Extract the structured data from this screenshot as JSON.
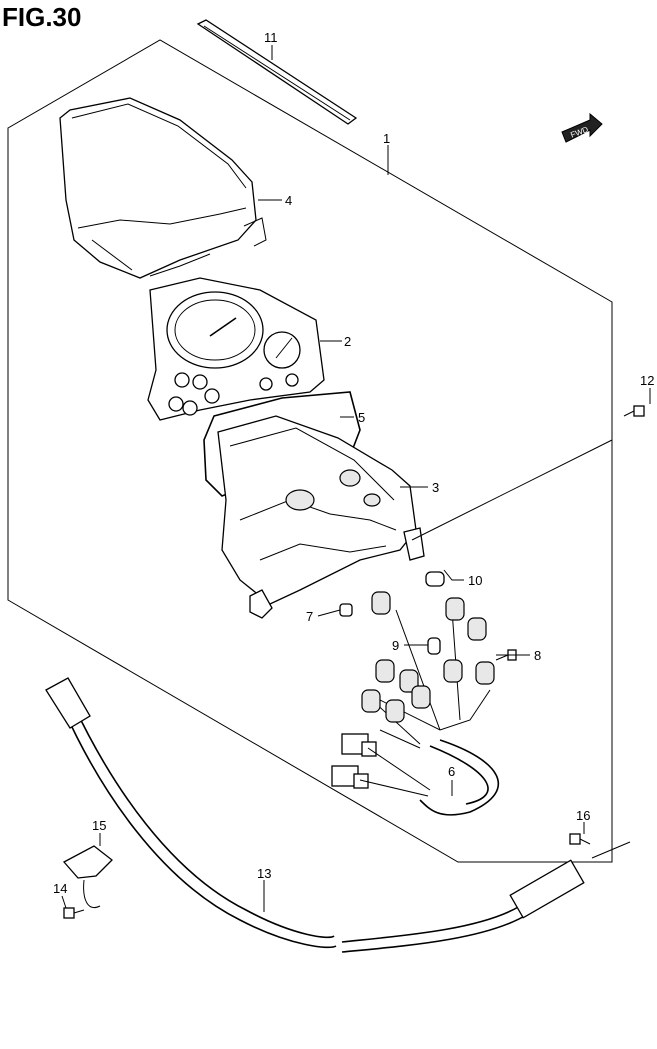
{
  "figure": {
    "title": "FIG.30",
    "direction_label": "FWD"
  },
  "callouts": [
    {
      "id": "1",
      "label": "1"
    },
    {
      "id": "2",
      "label": "2"
    },
    {
      "id": "3",
      "label": "3"
    },
    {
      "id": "4",
      "label": "4"
    },
    {
      "id": "5",
      "label": "5"
    },
    {
      "id": "6",
      "label": "6"
    },
    {
      "id": "7",
      "label": "7"
    },
    {
      "id": "8",
      "label": "8"
    },
    {
      "id": "9",
      "label": "9"
    },
    {
      "id": "10",
      "label": "10"
    },
    {
      "id": "11",
      "label": "11"
    },
    {
      "id": "12",
      "label": "12"
    },
    {
      "id": "13",
      "label": "13"
    },
    {
      "id": "14",
      "label": "14"
    },
    {
      "id": "15",
      "label": "15"
    },
    {
      "id": "16",
      "label": "16"
    }
  ]
}
